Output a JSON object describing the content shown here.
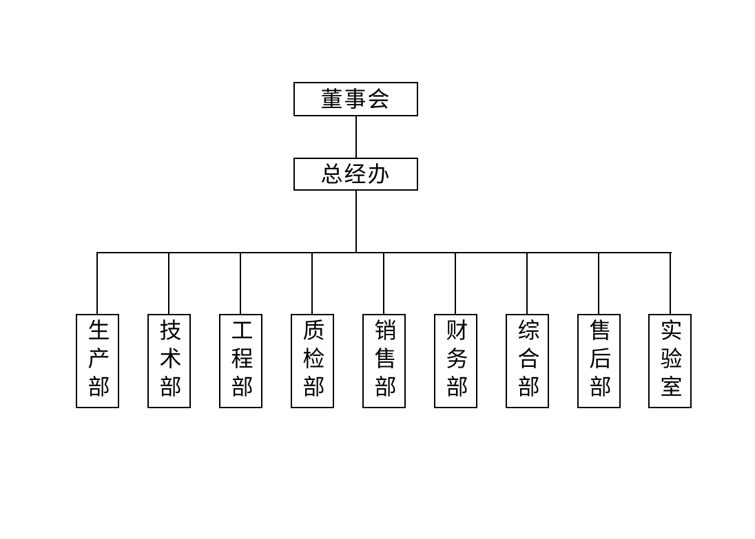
{
  "colors": {
    "background": "#ffffff",
    "line": "#000000",
    "text": "#000000"
  },
  "org_chart": {
    "type": "organization-chart",
    "root": {
      "label": "董事会"
    },
    "level2": {
      "label": "总经办"
    },
    "departments": [
      {
        "label": "生产部"
      },
      {
        "label": "技术部"
      },
      {
        "label": "工程部"
      },
      {
        "label": "质检部"
      },
      {
        "label": "销售部"
      },
      {
        "label": "财务部"
      },
      {
        "label": "综合部"
      },
      {
        "label": "售后部"
      },
      {
        "label": "实验室"
      }
    ]
  }
}
